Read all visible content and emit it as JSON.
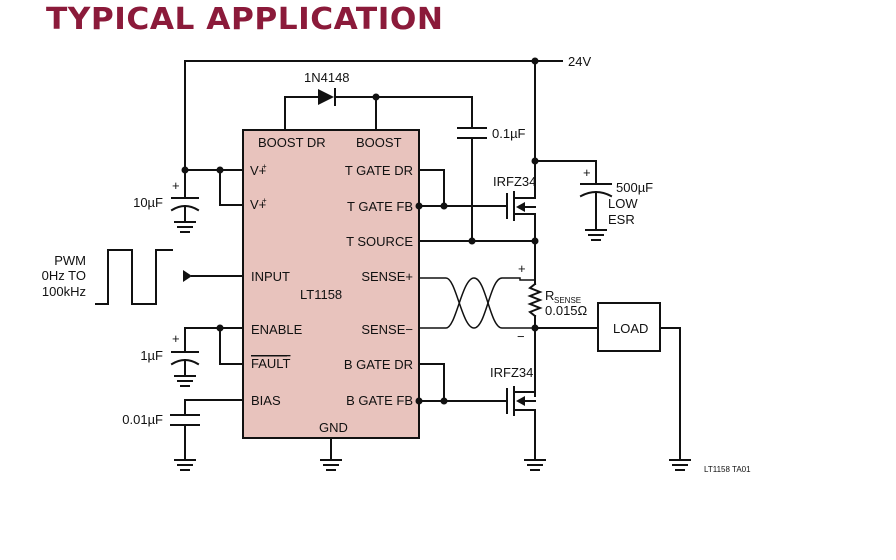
{
  "title": "TYPICAL APPLICATION",
  "figure_id": "LT1158 TA01",
  "supply_label": "24V",
  "ic": {
    "name": "LT1158",
    "pins_left": [
      "V+",
      "V+",
      "INPUT",
      "ENABLE",
      "FAULT",
      "BIAS"
    ],
    "pins_right": [
      "T GATE DR",
      "T GATE FB",
      "T SOURCE",
      "SENSE+",
      "SENSE−",
      "B GATE DR",
      "B GATE FB"
    ],
    "pins_top": [
      "BOOST DR",
      "BOOST"
    ],
    "pins_bottom": [
      "GND"
    ]
  },
  "components": {
    "diode": "1N4148",
    "c_boost": "0.1µF",
    "c_vplus": "10µF",
    "c_enable": "1µF",
    "c_bias": "0.01µF",
    "c_bulk": [
      "500µF",
      "LOW",
      "ESR"
    ],
    "mosfet_top": "IRFZ34",
    "mosfet_bottom": "IRFZ34",
    "rsense_main": "R",
    "rsense_sub": "SENSE",
    "rsense_value": "0.015Ω",
    "load": "LOAD"
  },
  "pwm": [
    "PWM",
    "0Hz TO",
    "100kHz"
  ],
  "polarity": {
    "plus": "+",
    "minus": "−"
  }
}
